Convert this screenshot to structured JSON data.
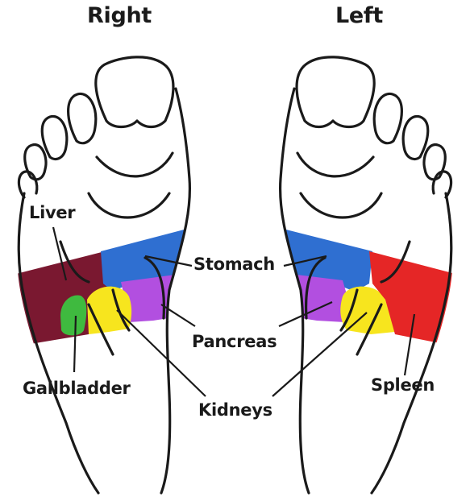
{
  "titles": {
    "right": "Right",
    "left": "Left"
  },
  "labels": {
    "liver": "Liver",
    "stomach": "Stomach",
    "pancreas": "Pancreas",
    "gallbladder": "Gallbladder",
    "kidneys": "Kidneys",
    "spleen": "Spleen"
  },
  "colors": {
    "liver": "#7a1830",
    "stomach": "#2f6fd1",
    "pancreas": "#b24fe0",
    "gallbladder": "#3fba3f",
    "kidneys": "#f7e51e",
    "spleen": "#e52626",
    "outline": "#1a1a1a"
  }
}
